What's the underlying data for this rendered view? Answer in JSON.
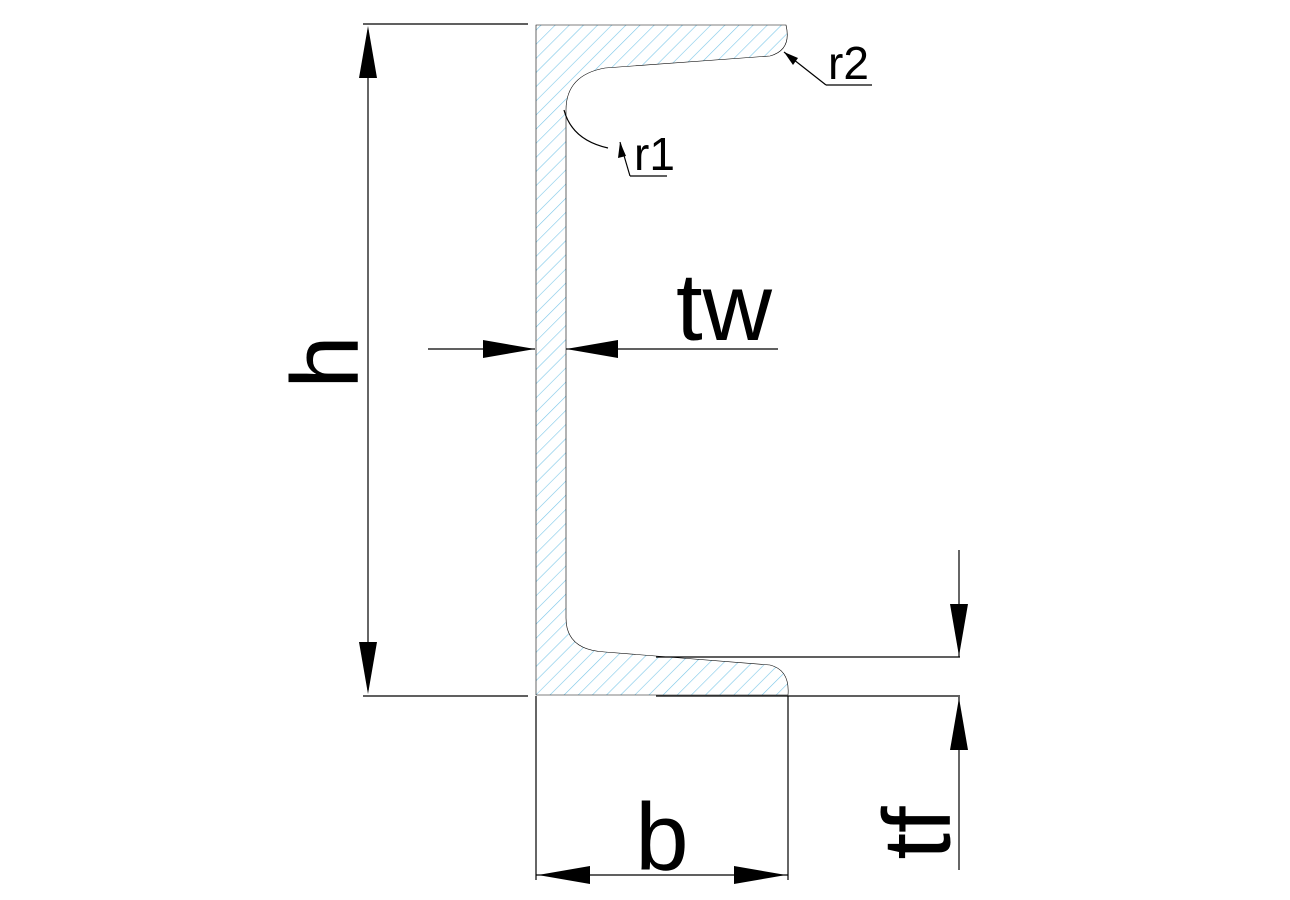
{
  "labels": {
    "height": "h",
    "web_thickness": "tw",
    "flange_width": "b",
    "flange_thickness": "tf",
    "root_radius": "r1",
    "toe_radius": "r2"
  },
  "colors": {
    "hatch": "#7cc7e8",
    "line": "#000000",
    "background": "#ffffff"
  }
}
